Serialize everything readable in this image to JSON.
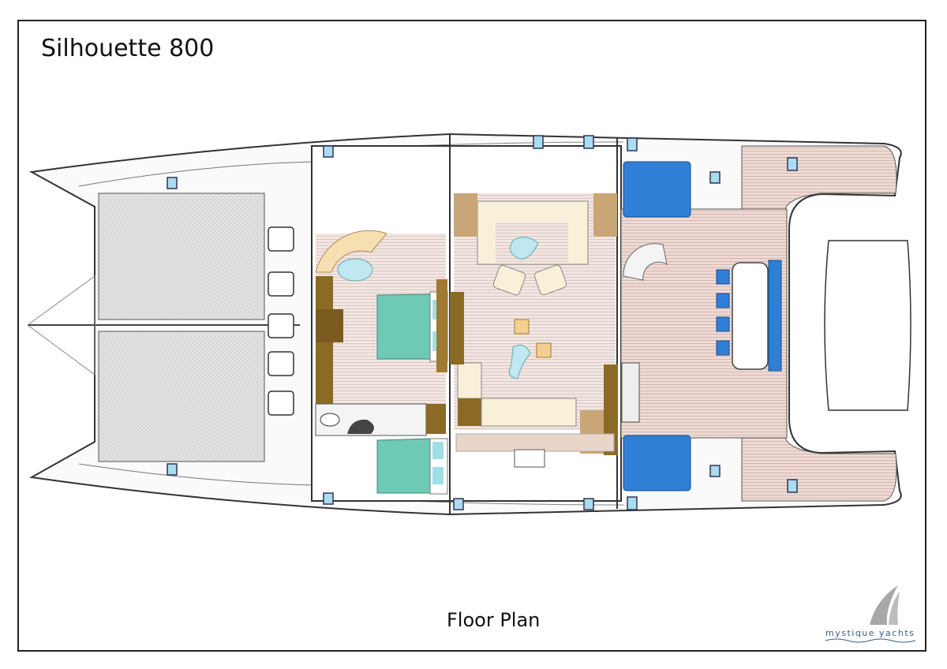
{
  "header": {
    "title": "Silhouette 800"
  },
  "footer": {
    "caption": "Floor Plan"
  },
  "logo": {
    "text": "mystique yachts"
  },
  "colors": {
    "floor_wood": "#f0e2dc",
    "bed": "#6ec9b5",
    "cockpit_cushion": "#2f7fd6",
    "cabinet": "#8a6a25",
    "sofa": "#f8f0d8"
  }
}
